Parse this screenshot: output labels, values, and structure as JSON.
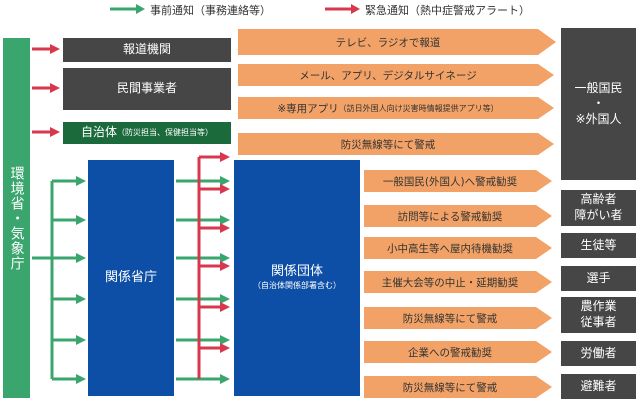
{
  "legend": {
    "advance": "事前通知（事務連絡等）",
    "emergency": "緊急通知（熱中症警戒アラート）",
    "colors": {
      "advance": "#3aa66e",
      "emergency": "#d8384e"
    }
  },
  "nodes": {
    "ministry": "環境省・気象庁",
    "press": "報道機関",
    "private": "民間事業者",
    "local_gov": "自治体",
    "local_gov_note": "（防災担当、保健担当等）",
    "related_ministries": "関係省庁",
    "related_orgs": "関係団体",
    "related_orgs_note": "（自治体関係部署含む）"
  },
  "channels": [
    "テレビ、ラジオで報道",
    "メール、アプリ、デジタルサイネージ",
    "※専用アプリ",
    "（訪日外国人向け災害時情報提供アプリ等）",
    "防災無線等にて警戒"
  ],
  "recipients_main": [
    "一般国民",
    "・",
    "※外国人"
  ],
  "actions": [
    {
      "label": "一般国民(外国人)へ警戒勧奨",
      "target": ""
    },
    {
      "label": "訪問等による警戒勧奨",
      "target": "高齢者\n障がい者"
    },
    {
      "label": "小中高生等へ屋内待機勧奨",
      "target": "生徒等"
    },
    {
      "label": "主催大会等の中止・延期勧奨",
      "target": "選手"
    },
    {
      "label": "防災無線等にて警戒",
      "target": "農作業\n従事者"
    },
    {
      "label": "企業への警戒勧奨",
      "target": "労働者"
    },
    {
      "label": "防災無線等にて警戒",
      "target": "避難者"
    }
  ]
}
